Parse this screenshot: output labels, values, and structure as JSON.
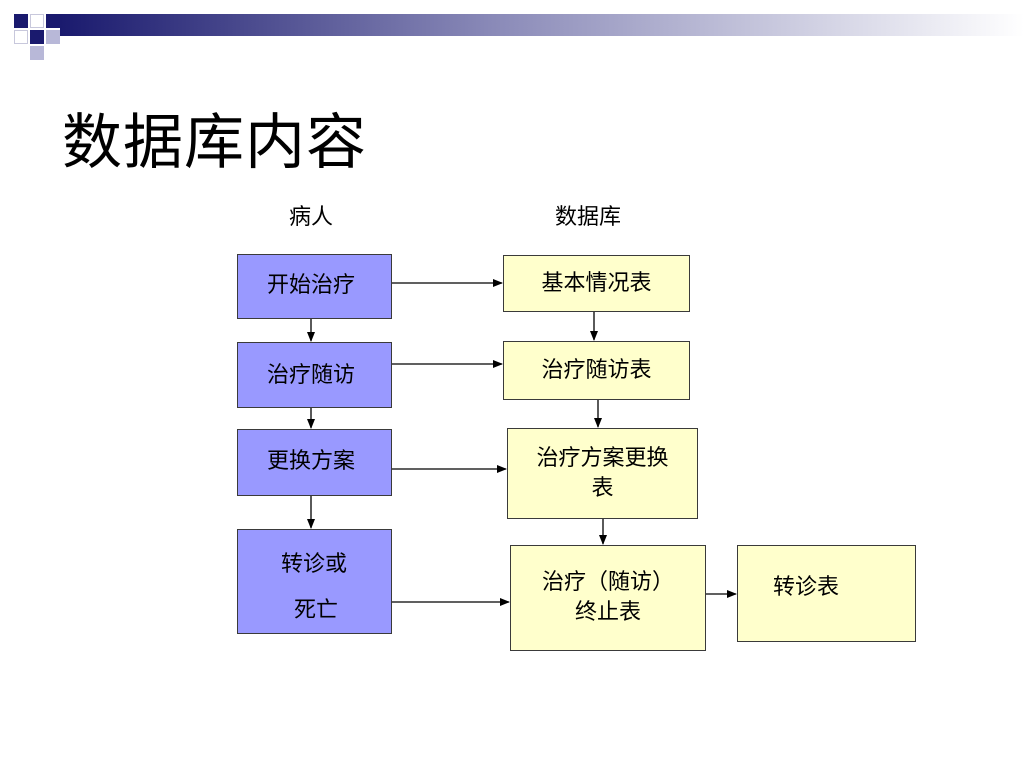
{
  "slide": {
    "title": "数据库内容",
    "accent_colors": {
      "navy": "#1a1a6e",
      "gradient_end": "#ffffff"
    }
  },
  "diagram": {
    "column_headers": {
      "patient": "病人",
      "database": "数据库"
    },
    "patient_steps": [
      {
        "label": "开始治疗"
      },
      {
        "label": "治疗随访"
      },
      {
        "label": "更换方案"
      },
      {
        "label_line1": "转诊或",
        "label_line2": "死亡"
      }
    ],
    "database_tables": [
      {
        "label": "基本情况表"
      },
      {
        "label": "治疗随访表"
      },
      {
        "label": "治疗方案更换表"
      },
      {
        "label": "治疗（随访）终止表"
      },
      {
        "label": "转诊表"
      }
    ],
    "colors": {
      "patient_fill": "#9999ff",
      "db_fill": "#ffffcc",
      "border": "#3a3a3a"
    }
  }
}
